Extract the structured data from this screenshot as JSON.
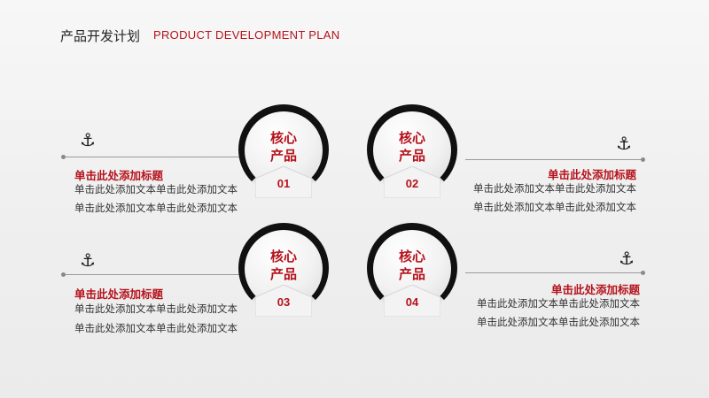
{
  "header": {
    "title_cn": "产品开发计划",
    "title_en": "PRODUCT DEVELOPMENT PLAN"
  },
  "items": [
    {
      "core_line1": "核心",
      "core_line2": "产品",
      "number": "01",
      "heading": "单击此处添加标题",
      "body": [
        "单击此处添加文本单击此处添加文本",
        "单击此处添加文本单击此处添加文本"
      ],
      "icon": "anchor-icon"
    },
    {
      "core_line1": "核心",
      "core_line2": "产品",
      "number": "02",
      "heading": "单击此处添加标题",
      "body": [
        "单击此处添加文本单击此处添加文本",
        "单击此处添加文本单击此处添加文本"
      ],
      "icon": "anchor-icon"
    },
    {
      "core_line1": "核心",
      "core_line2": "产品",
      "number": "03",
      "heading": "单击此处添加标题",
      "body": [
        "单击此处添加文本单击此处添加文本",
        "单击此处添加文本单击此处添加文本"
      ],
      "icon": "anchor-icon"
    },
    {
      "core_line1": "核心",
      "core_line2": "产品",
      "number": "04",
      "heading": "单击此处添加标题",
      "body": [
        "单击此处添加文本单击此处添加文本",
        "单击此处添加文本单击此处添加文本"
      ],
      "icon": "anchor-icon"
    }
  ],
  "colors": {
    "accent": "#b5121b",
    "ring": "#111111",
    "text": "#333333"
  }
}
